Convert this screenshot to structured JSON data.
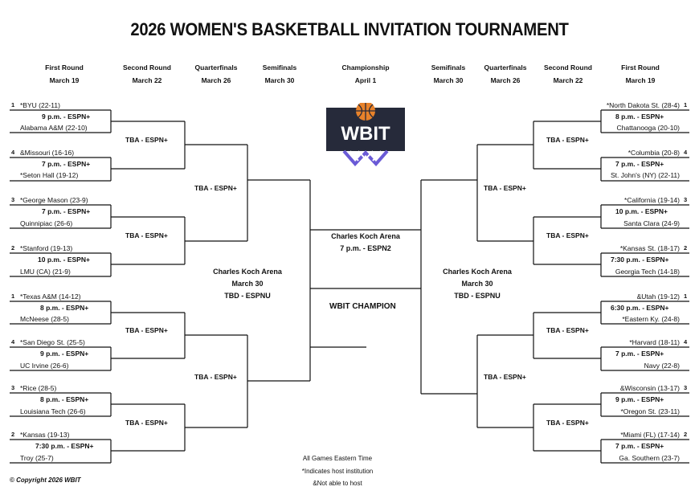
{
  "title": "2026 WOMEN'S BASKETBALL INVITATION TOURNAMENT",
  "logo": {
    "text": "WBIT"
  },
  "colors": {
    "line": "#111111",
    "logo_bg": "#262a3a",
    "logo_orange": "#e8822a",
    "logo_purple": "#6a5ad6"
  },
  "headers": [
    {
      "round": "First Round",
      "date": "March 19"
    },
    {
      "round": "Second Round",
      "date": "March 22"
    },
    {
      "round": "Quarterfinals",
      "date": "March 26"
    },
    {
      "round": "Semifinals",
      "date": "March 30"
    },
    {
      "round": "Championship",
      "date": "April 1"
    },
    {
      "round": "Semifinals",
      "date": "March 30"
    },
    {
      "round": "Quarterfinals",
      "date": "March 26"
    },
    {
      "round": "Second Round",
      "date": "March 22"
    },
    {
      "round": "First Round",
      "date": "March 19"
    }
  ],
  "left_games": [
    {
      "seed": "1",
      "top": "*BYU (22-11)",
      "time": "9 p.m. - ESPN+",
      "bottom": "Alabama A&M (22-10)"
    },
    {
      "seed": "4",
      "top": "&Missouri (16-16)",
      "time": "7 p.m. - ESPN+",
      "bottom": "*Seton Hall (19-12)"
    },
    {
      "seed": "3",
      "top": "*George Mason (23-9)",
      "time": "7 p.m. -  ESPN+",
      "bottom": "Quinnipiac (26-6)"
    },
    {
      "seed": "2",
      "top": "*Stanford (19-13)",
      "time": "10 p.m. - ESPN+",
      "bottom": "LMU (CA) (21-9)"
    },
    {
      "seed": "1",
      "top": "*Texas A&M (14-12)",
      "time": "8 p.m. -  ESPN+",
      "bottom": "McNeese (28-5)"
    },
    {
      "seed": "4",
      "top": "*San Diego St. (25-5)",
      "time": "9 p.m. -  ESPN+",
      "bottom": "UC Irvine (26-6)"
    },
    {
      "seed": "3",
      "top": "*Rice (28-5)",
      "time": "8 p.m. -  ESPN+",
      "bottom": "Louisiana Tech (26-6)"
    },
    {
      "seed": "2",
      "top": "*Kansas (19-13)",
      "time": "7:30 p.m. - ESPN+",
      "bottom": "Troy (25-7)"
    }
  ],
  "right_games": [
    {
      "seed": "1",
      "top": "*North Dakota St. (28-4)",
      "time": "8 p.m. - ESPN+",
      "bottom": "Chattanooga (20-10)"
    },
    {
      "seed": "4",
      "top": "*Columbia (20-8)",
      "time": "7 p.m. - ESPN+",
      "bottom": "St. John's (NY) (22-11)"
    },
    {
      "seed": "3",
      "top": "*California (19-14)",
      "time": "10 p.m. - ESPN+",
      "bottom": "Santa Clara (24-9)"
    },
    {
      "seed": "2",
      "top": "*Kansas St. (18-17)",
      "time": "7:30 p.m. - ESPN+",
      "bottom": "Georgia Tech (14-18)"
    },
    {
      "seed": "1",
      "top": "&Utah (19-12)",
      "time": "6:30 p.m. - ESPN+",
      "bottom": "*Eastern Ky. (24-8)"
    },
    {
      "seed": "4",
      "top": "*Harvard (18-11)",
      "time": "7 p.m. - ESPN+",
      "bottom": "Navy (22-8)"
    },
    {
      "seed": "3",
      "top": "&Wisconsin (13-17)",
      "time": "9 p.m. - ESPN+",
      "bottom": "*Oregon St. (23-11)"
    },
    {
      "seed": "2",
      "top": "*Miami (FL) (17-14)",
      "time": "7 p.m. - ESPN+",
      "bottom": "Ga. Southern (23-7)"
    }
  ],
  "second_round_label": "TBA - ESPN+",
  "quarterfinal_label": "TBA - ESPN+",
  "semifinal_left": {
    "venue": "Charles Koch Arena",
    "date": "March 30",
    "tv": "TBD - ESPNU"
  },
  "semifinal_right": {
    "venue": "Charles Koch Arena",
    "date": "March 30",
    "tv": "TBD - ESPNU"
  },
  "championship": {
    "venue": "Charles Koch Arena",
    "time": "7 p.m. - ESPN2",
    "champion_label": "WBIT CHAMPION"
  },
  "notes": [
    "All Games Eastern Time",
    "*Indicates host institution",
    "&Not able to host"
  ],
  "copyright": "© Copyright 2026 WBIT"
}
